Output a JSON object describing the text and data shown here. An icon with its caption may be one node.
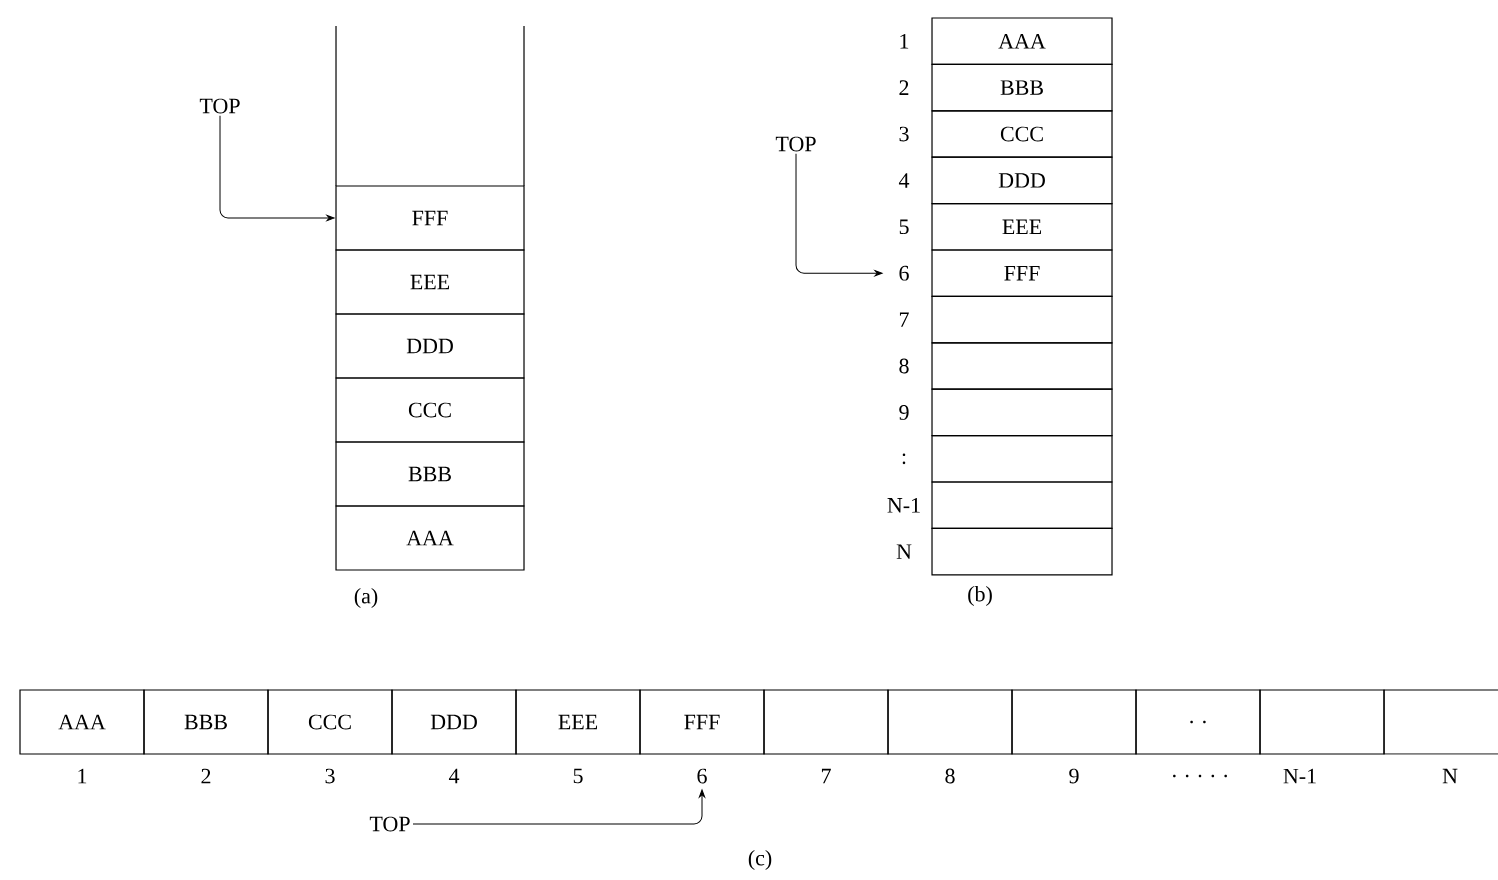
{
  "diagram": {
    "nodes": [
      {
        "text": [
          "TOP"
        ]
      },
      {
        "text": [
          "FFF"
        ]
      },
      {
        "text": [
          "EEE"
        ]
      },
      {
        "text": [
          "DDD"
        ]
      },
      {
        "text": [
          "CCC"
        ]
      },
      {
        "text": [
          "BBB"
        ]
      },
      {
        "text": [
          "AAA"
        ]
      },
      {
        "text": [
          "TOP"
        ]
      },
      {
        "text": [
          "AAA"
        ]
      },
      {
        "text": [
          "BBB"
        ]
      },
      {
        "text": [
          "CCC"
        ]
      },
      {
        "text": [
          "DDD"
        ]
      },
      {
        "text": [
          "EEE"
        ]
      },
      {
        "text": [
          "FFF"
        ]
      },
      {
        "text": [],
        "shape": "box"
      },
      {
        "text": [],
        "shape": "box"
      },
      {
        "text": [],
        "shape": "box"
      },
      {
        "text": [],
        "shape": "box"
      },
      {
        "text": [],
        "shape": "box"
      },
      {
        "text": [],
        "shape": "box"
      },
      {
        "text": [
          "AAA"
        ]
      },
      {
        "text": [
          "BBB"
        ]
      },
      {
        "text": [
          "CCC"
        ]
      },
      {
        "text": [
          "DDD"
        ]
      },
      {
        "text": [
          "EEE"
        ]
      },
      {
        "text": [
          "FFF"
        ]
      },
      {
        "text": [],
        "shape": "box"
      },
      {
        "text": [],
        "shape": "box"
      },
      {
        "text": [],
        "shape": "box"
      },
      {
        "text": [
          ". ."
        ]
      },
      {
        "text": [],
        "shape": "box"
      },
      {
        "text": [],
        "shape": "box"
      },
      {
        "text": [
          "TOP"
        ]
      }
    ],
    "edges": [
      {
        "from": 0,
        "to": 1,
        "arrow": "to"
      },
      {
        "from": 7,
        "to": 13,
        "arrow": "to"
      },
      {
        "from": 32,
        "to": 25,
        "arrow": "to"
      }
    ],
    "labels": [
      "(a)",
      "1",
      "2",
      "3",
      "4",
      "5",
      "6",
      "7",
      "8",
      "9",
      ":",
      "N-1",
      "N",
      "(b)",
      "1",
      "2",
      "3",
      "4",
      "5",
      "6",
      "7",
      "8",
      "9",
      ". . . . .",
      "N-1",
      "N",
      "(c)"
    ]
  }
}
